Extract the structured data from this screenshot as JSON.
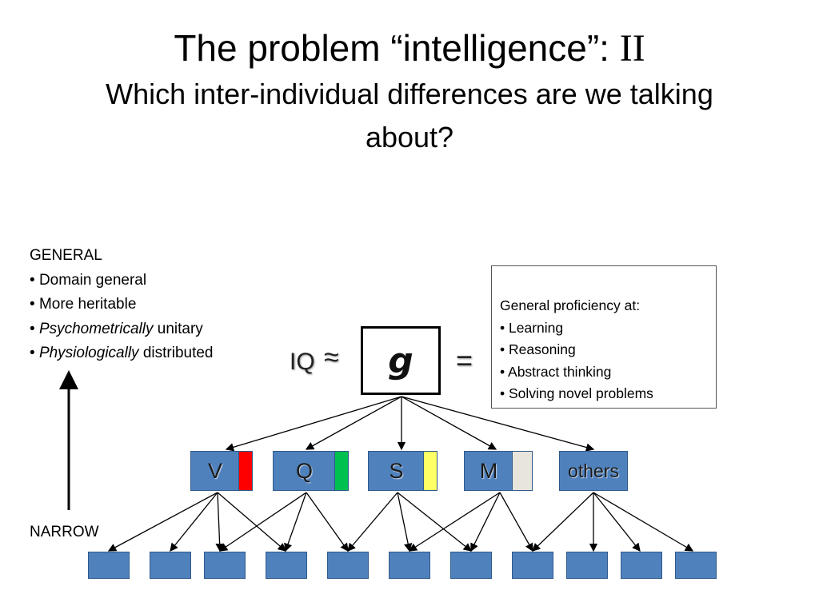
{
  "title": {
    "main": "The problem “intelligence”: ",
    "roman": "II",
    "subtitle": "Which inter-individual differences are we talking about?"
  },
  "general": {
    "heading": "GENERAL",
    "bullets": [
      {
        "italic": "",
        "text": "Domain general"
      },
      {
        "italic": "",
        "text": "More heritable"
      },
      {
        "italic": "Psychometrically",
        "text": " unitary"
      },
      {
        "italic": "Physiologically",
        "text": " distributed"
      }
    ]
  },
  "narrow_label": "NARROW",
  "equation": {
    "iq": "IQ",
    "approx": "≈",
    "g": "g",
    "equals": "="
  },
  "definition": {
    "heading": "General proficiency at:",
    "items": [
      "Learning",
      "Reasoning",
      "Abstract thinking",
      "Solving novel problems"
    ]
  },
  "factors": [
    {
      "label": "V",
      "swatch": "#ff0000"
    },
    {
      "label": "Q",
      "swatch": "#00c050"
    },
    {
      "label": "S",
      "swatch": "#ffff66"
    },
    {
      "label": "M",
      "swatch": "#e8e6dc"
    },
    {
      "label": "others",
      "swatch": ""
    }
  ],
  "colors": {
    "box_fill": "#4f81bd",
    "box_border": "#2f5a8a"
  }
}
